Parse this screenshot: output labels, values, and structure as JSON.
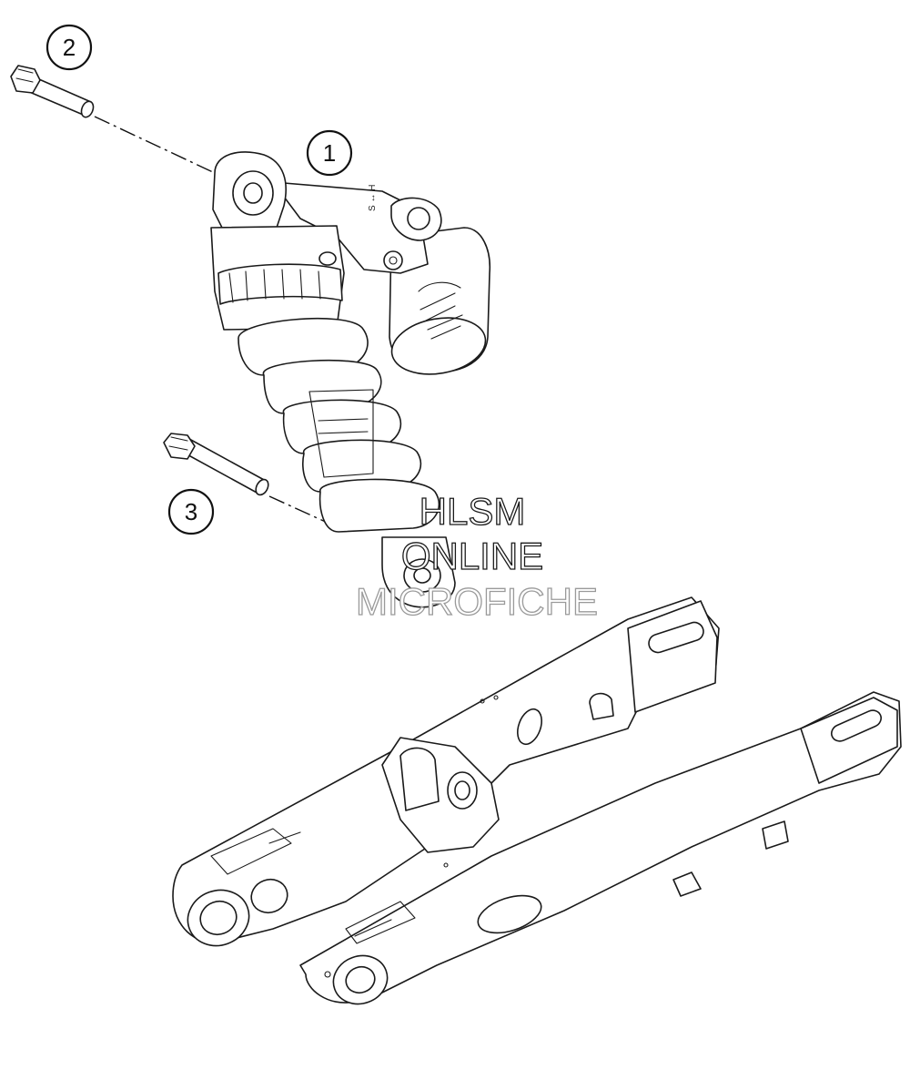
{
  "callouts": [
    {
      "id": "callout-1",
      "label": "1"
    },
    {
      "id": "callout-2",
      "label": "2"
    },
    {
      "id": "callout-3",
      "label": "3"
    }
  ],
  "watermark": {
    "line1": "HLSM",
    "line2": "ONLINE",
    "line3": "MICROFICHE",
    "color_dark": "#1a1a1a",
    "color_light": "#9a9a9a"
  },
  "shock_markings": {
    "adjuster": "S ↔ H"
  }
}
